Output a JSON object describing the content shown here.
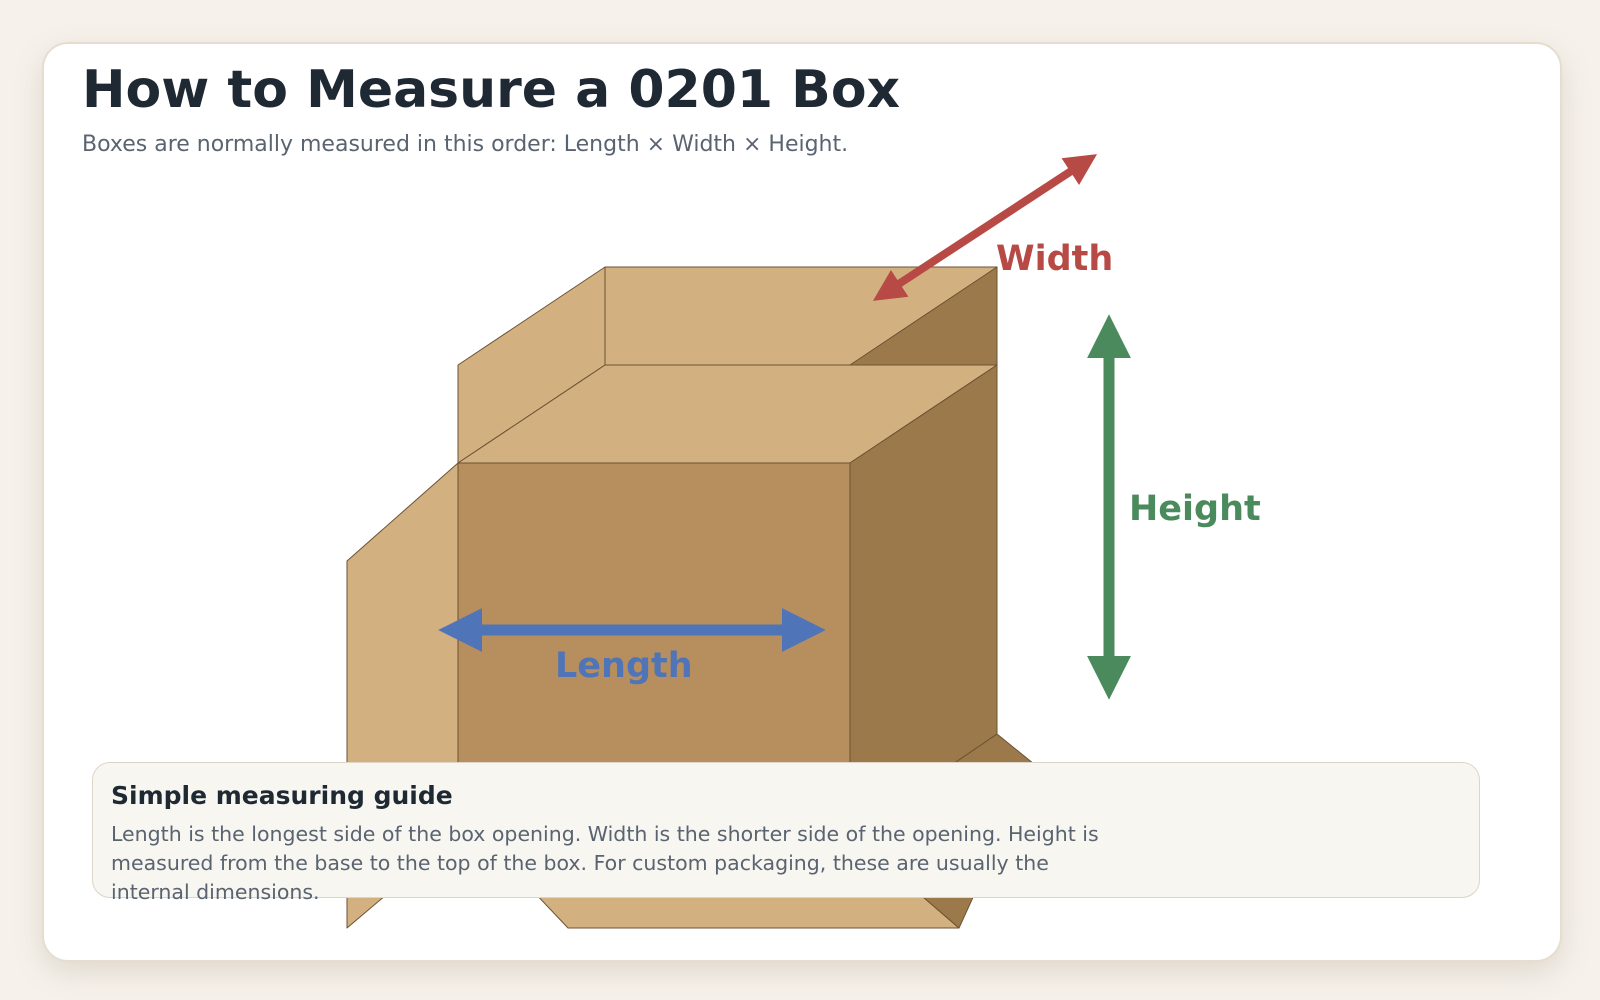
{
  "header": {
    "title": "How to Measure a 0201 Box",
    "subtitle": "Boxes are normally measured in this order: Length × Width × Height."
  },
  "dimensions": {
    "length": {
      "label": "Length",
      "color": "#4f74b8"
    },
    "width": {
      "label": "Width",
      "color": "#b84a46"
    },
    "height": {
      "label": "Height",
      "color": "#4a8a5c"
    }
  },
  "box_colors": {
    "flap": "#d3b07f",
    "front": "#b78f5e",
    "side": "#9c794a",
    "outline": "#6b5234"
  },
  "guide": {
    "title": "Simple measuring guide",
    "text": "Length is the longest side of the box opening. Width is the shorter side of the opening. Height is measured from the base to the top of the box. For custom packaging, these are usually the internal dimensions."
  }
}
